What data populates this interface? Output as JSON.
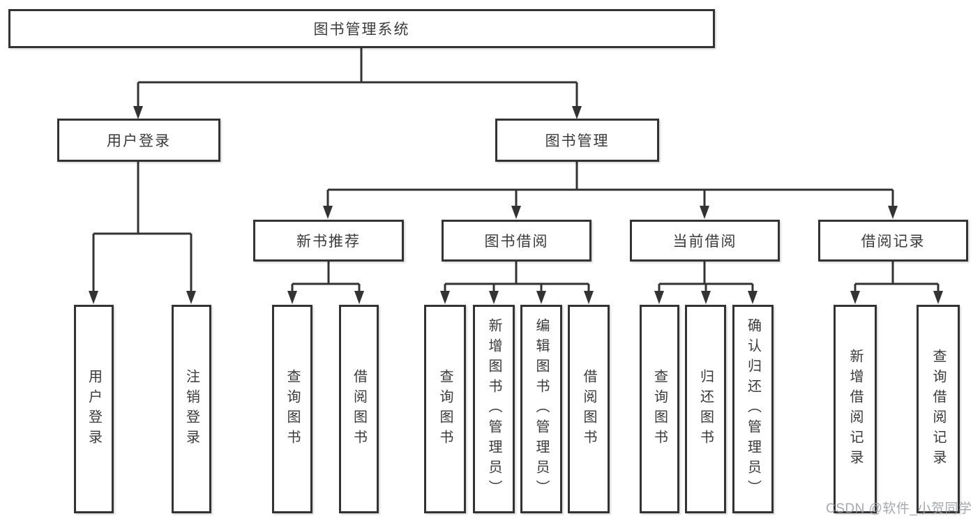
{
  "diagram": {
    "root": {
      "label": "图书管理系统"
    },
    "level2": {
      "user_login": {
        "label": "用户登录"
      },
      "book_management": {
        "label": "图书管理"
      }
    },
    "level3": {
      "new_book_recommendation": {
        "label": "新书推荐"
      },
      "book_borrowing": {
        "label": "图书借阅"
      },
      "current_borrowing": {
        "label": "当前借阅"
      },
      "borrowing_records": {
        "label": "借阅记录"
      }
    },
    "leaves": [
      "用户登录",
      "注销登录",
      "查询图书",
      "借阅图书",
      "查询图书",
      "新增图书（管理员）",
      "编辑图书（管理员）",
      "借阅图书",
      "查询图书",
      "归还图书",
      "确认归还（管理员）",
      "新增借阅记录",
      "查询借阅记录"
    ]
  },
  "watermark": {
    "text": "CSDN @软件_小贺同学"
  },
  "colors": {
    "line": "#333333",
    "box_border": "#333333",
    "box_background": "#ffffff",
    "text": "#3a3a3a",
    "watermark": "#9b9ea3"
  }
}
